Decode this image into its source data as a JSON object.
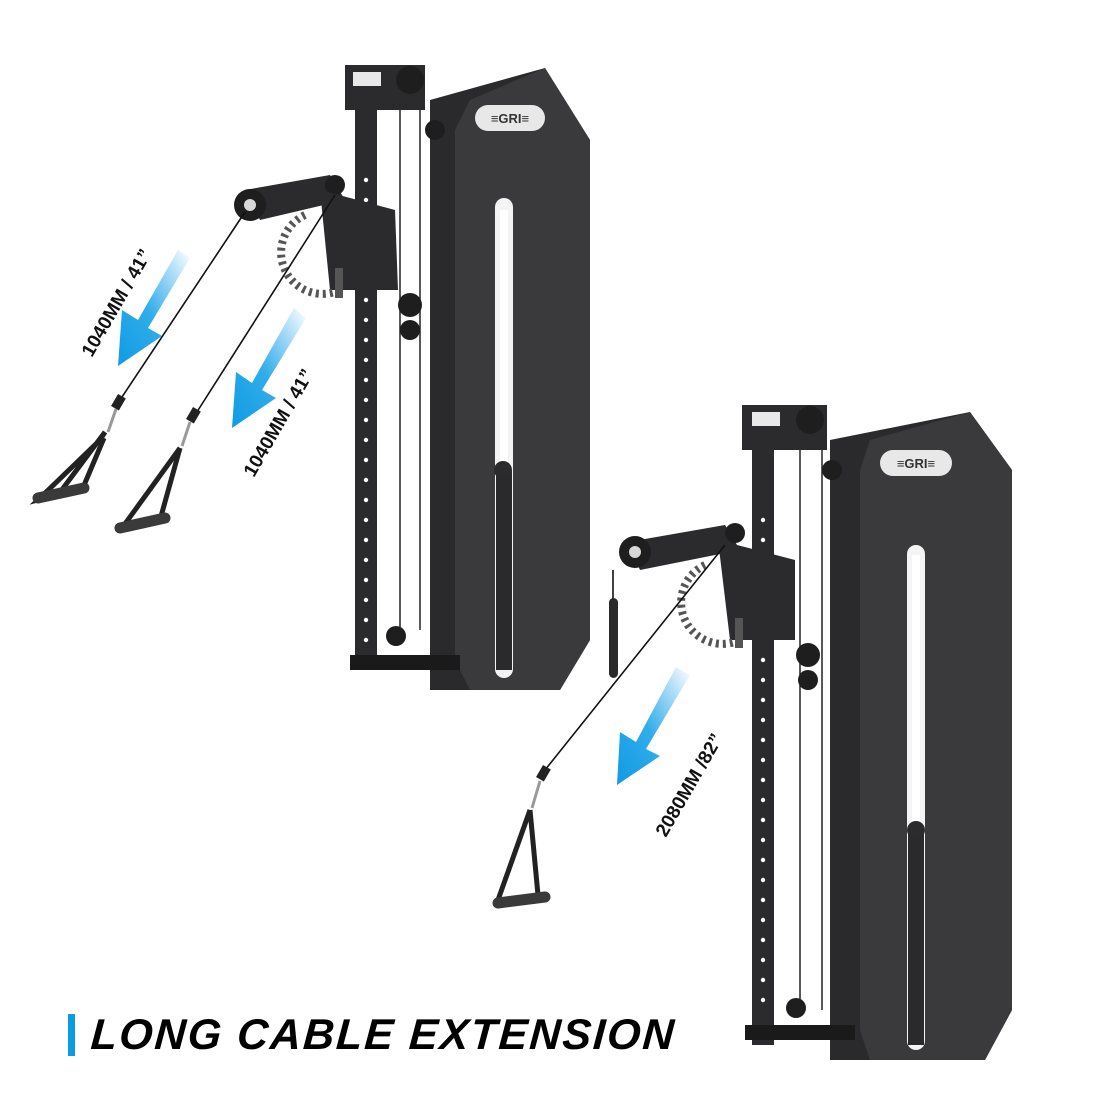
{
  "headline": {
    "text": "LONG CABLE EXTENSION",
    "accent_color": "#0a9be0"
  },
  "machines": [
    {
      "id": "top-left",
      "logo": "GRI",
      "measurements": [
        {
          "label": "1040MM / 41”"
        },
        {
          "label": "1040MM / 41”"
        }
      ],
      "handles": 2
    },
    {
      "id": "bottom-right",
      "logo": "GRI",
      "measurements": [
        {
          "label": "2080MM /82”"
        }
      ],
      "handles": 1
    }
  ],
  "colors": {
    "arrow": "#1aa3e8",
    "frame": "#2b2b2d",
    "panel": "#3a3a3c",
    "background": "#ffffff"
  }
}
